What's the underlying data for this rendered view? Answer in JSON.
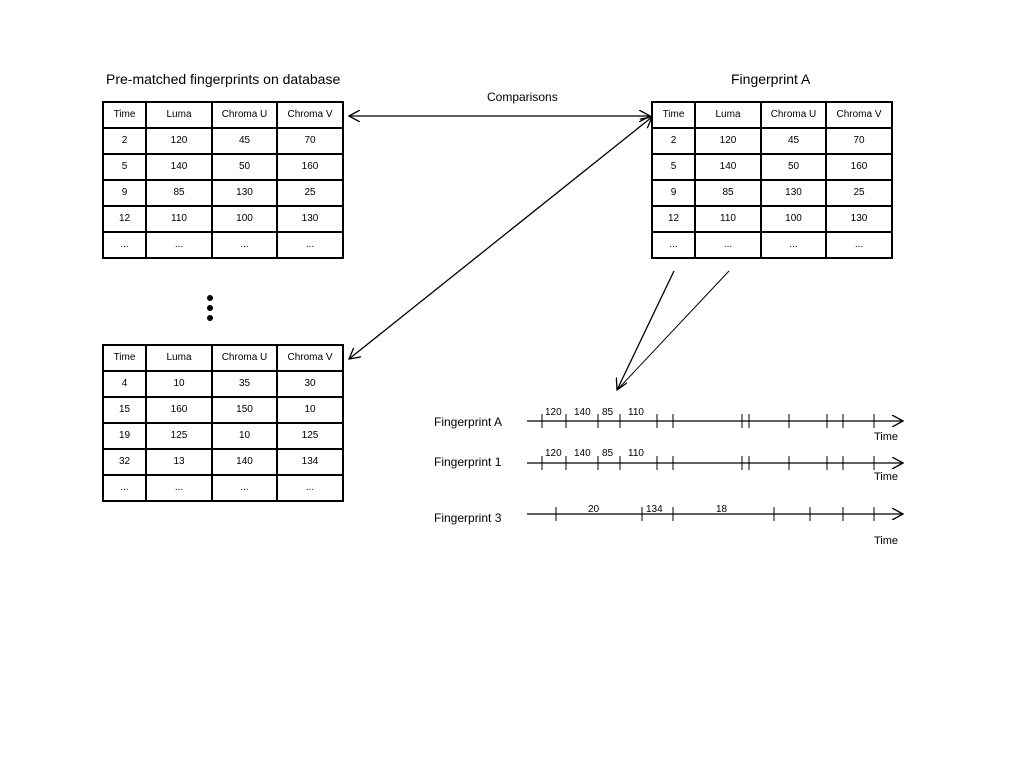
{
  "db_title": "Pre-matched fingerprints on database",
  "fpA_title": "Fingerprint A",
  "comparisons_label": "Comparisons",
  "columns": [
    "Time",
    "Luma",
    "Chroma U",
    "Chroma V"
  ],
  "table_db1": [
    [
      "2",
      "120",
      "45",
      "70"
    ],
    [
      "5",
      "140",
      "50",
      "160"
    ],
    [
      "9",
      "85",
      "130",
      "25"
    ],
    [
      "12",
      "110",
      "100",
      "130"
    ],
    [
      "...",
      "...",
      "...",
      "..."
    ]
  ],
  "table_db2": [
    [
      "4",
      "10",
      "35",
      "30"
    ],
    [
      "15",
      "160",
      "150",
      "10"
    ],
    [
      "19",
      "125",
      "10",
      "125"
    ],
    [
      "32",
      "13",
      "140",
      "134"
    ],
    [
      "...",
      "...",
      "...",
      "..."
    ]
  ],
  "table_fpA": [
    [
      "2",
      "120",
      "45",
      "70"
    ],
    [
      "5",
      "140",
      "50",
      "160"
    ],
    [
      "9",
      "85",
      "130",
      "25"
    ],
    [
      "12",
      "110",
      "100",
      "130"
    ],
    [
      "...",
      "...",
      "...",
      "..."
    ]
  ],
  "timelines": [
    {
      "name": "Fingerprint A",
      "values": [
        "120",
        "140",
        "85",
        "110"
      ],
      "axis_label": "Time"
    },
    {
      "name": "Fingerprint 1",
      "values": [
        "120",
        "140",
        "85",
        "110"
      ],
      "axis_label": "Time"
    },
    {
      "name": "Fingerprint 3",
      "values": [
        "20",
        "134",
        "18"
      ],
      "axis_label": "Time"
    }
  ]
}
